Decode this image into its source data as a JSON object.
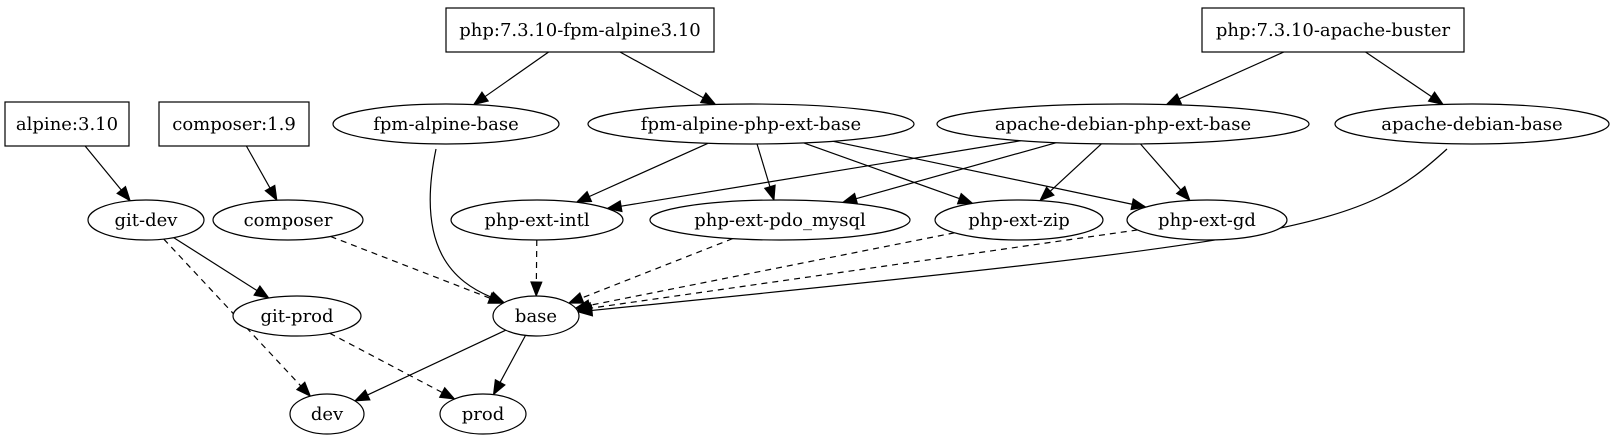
{
  "nodes": [
    {
      "id": "php_fpm",
      "label": "php:7.3.10-fpm-alpine3.10",
      "shape": "box"
    },
    {
      "id": "php_apache",
      "label": "php:7.3.10-apache-buster",
      "shape": "box"
    },
    {
      "id": "alpine",
      "label": "alpine:3.10",
      "shape": "box"
    },
    {
      "id": "composer19",
      "label": "composer:1.9",
      "shape": "box"
    },
    {
      "id": "fpm_alpine_base",
      "label": "fpm-alpine-base",
      "shape": "ellipse"
    },
    {
      "id": "fpm_alpine_php_ext_base",
      "label": "fpm-alpine-php-ext-base",
      "shape": "ellipse"
    },
    {
      "id": "apache_debian_php_ext_base",
      "label": "apache-debian-php-ext-base",
      "shape": "ellipse"
    },
    {
      "id": "apache_debian_base",
      "label": "apache-debian-base",
      "shape": "ellipse"
    },
    {
      "id": "git_dev",
      "label": "git-dev",
      "shape": "ellipse"
    },
    {
      "id": "composer",
      "label": "composer",
      "shape": "ellipse"
    },
    {
      "id": "php_ext_intl",
      "label": "php-ext-intl",
      "shape": "ellipse"
    },
    {
      "id": "php_ext_pdo_mysql",
      "label": "php-ext-pdo_mysql",
      "shape": "ellipse"
    },
    {
      "id": "php_ext_zip",
      "label": "php-ext-zip",
      "shape": "ellipse"
    },
    {
      "id": "php_ext_gd",
      "label": "php-ext-gd",
      "shape": "ellipse"
    },
    {
      "id": "git_prod",
      "label": "git-prod",
      "shape": "ellipse"
    },
    {
      "id": "base",
      "label": "base",
      "shape": "ellipse"
    },
    {
      "id": "dev",
      "label": "dev",
      "shape": "ellipse"
    },
    {
      "id": "prod",
      "label": "prod",
      "shape": "ellipse"
    }
  ],
  "edges": [
    {
      "from": "php_fpm",
      "to": "fpm_alpine_base",
      "style": "solid"
    },
    {
      "from": "php_fpm",
      "to": "fpm_alpine_php_ext_base",
      "style": "solid"
    },
    {
      "from": "php_apache",
      "to": "apache_debian_php_ext_base",
      "style": "solid"
    },
    {
      "from": "php_apache",
      "to": "apache_debian_base",
      "style": "solid"
    },
    {
      "from": "alpine",
      "to": "git_dev",
      "style": "solid"
    },
    {
      "from": "composer19",
      "to": "composer",
      "style": "solid"
    },
    {
      "from": "fpm_alpine_php_ext_base",
      "to": "php_ext_intl",
      "style": "solid"
    },
    {
      "from": "fpm_alpine_php_ext_base",
      "to": "php_ext_pdo_mysql",
      "style": "solid"
    },
    {
      "from": "fpm_alpine_php_ext_base",
      "to": "php_ext_zip",
      "style": "solid"
    },
    {
      "from": "fpm_alpine_php_ext_base",
      "to": "php_ext_gd",
      "style": "solid"
    },
    {
      "from": "apache_debian_php_ext_base",
      "to": "php_ext_intl",
      "style": "solid"
    },
    {
      "from": "apache_debian_php_ext_base",
      "to": "php_ext_pdo_mysql",
      "style": "solid"
    },
    {
      "from": "apache_debian_php_ext_base",
      "to": "php_ext_zip",
      "style": "solid"
    },
    {
      "from": "apache_debian_php_ext_base",
      "to": "php_ext_gd",
      "style": "solid"
    },
    {
      "from": "fpm_alpine_base",
      "to": "base",
      "style": "solid"
    },
    {
      "from": "apache_debian_base",
      "to": "base",
      "style": "solid"
    },
    {
      "from": "composer",
      "to": "base",
      "style": "dashed"
    },
    {
      "from": "php_ext_intl",
      "to": "base",
      "style": "dashed"
    },
    {
      "from": "php_ext_pdo_mysql",
      "to": "base",
      "style": "dashed"
    },
    {
      "from": "php_ext_zip",
      "to": "base",
      "style": "dashed"
    },
    {
      "from": "php_ext_gd",
      "to": "base",
      "style": "dashed"
    },
    {
      "from": "git_dev",
      "to": "git_prod",
      "style": "solid"
    },
    {
      "from": "git_dev",
      "to": "dev",
      "style": "dashed"
    },
    {
      "from": "git_prod",
      "to": "prod",
      "style": "dashed"
    },
    {
      "from": "base",
      "to": "dev",
      "style": "solid"
    },
    {
      "from": "base",
      "to": "prod",
      "style": "solid"
    }
  ]
}
